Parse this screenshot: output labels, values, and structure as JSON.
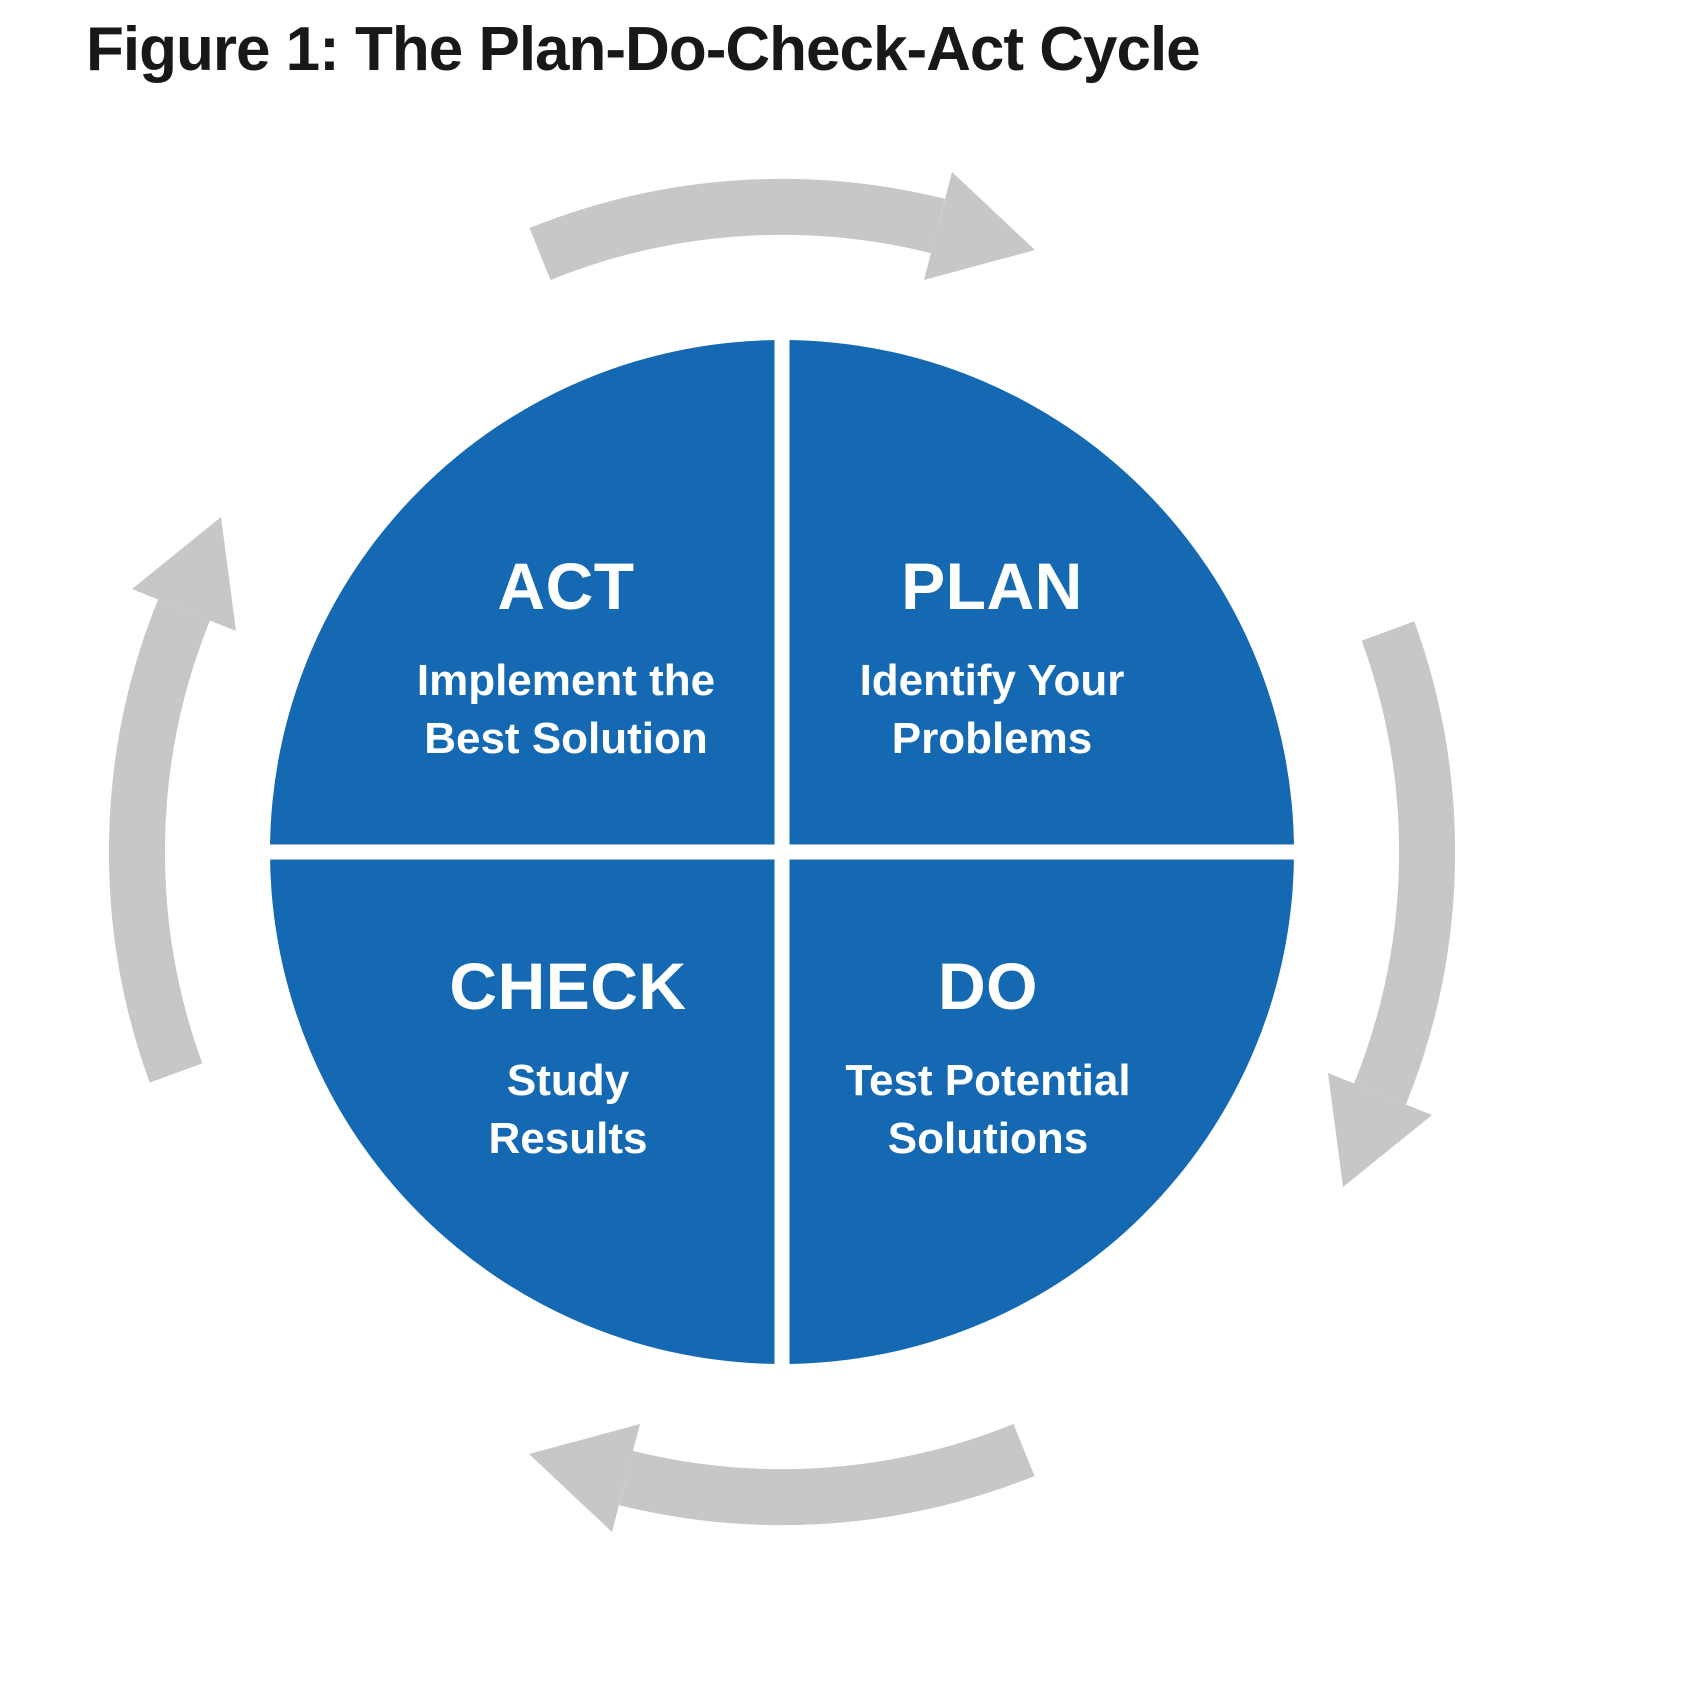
{
  "title": "Figure 1: The Plan-Do-Check-Act Cycle",
  "colors": {
    "circle_blue": "#1568b2",
    "arrow_gray": "#c7c7c7",
    "divider_white": "#ffffff",
    "title_black": "#181818"
  },
  "quadrants": {
    "act": {
      "label": "ACT",
      "description": "Implement the\nBest Solution"
    },
    "plan": {
      "label": "PLAN",
      "description": "Identify Your\nProblems"
    },
    "check": {
      "label": "CHECK",
      "description": "Study\nResults"
    },
    "do": {
      "label": "DO",
      "description": "Test Potential\nSolutions"
    }
  },
  "arrows": {
    "top": "clockwise arrow over top of cycle",
    "right": "clockwise arrow down right side of cycle",
    "bottom": "clockwise arrow under bottom of cycle",
    "left": "clockwise arrow up left side of cycle"
  }
}
